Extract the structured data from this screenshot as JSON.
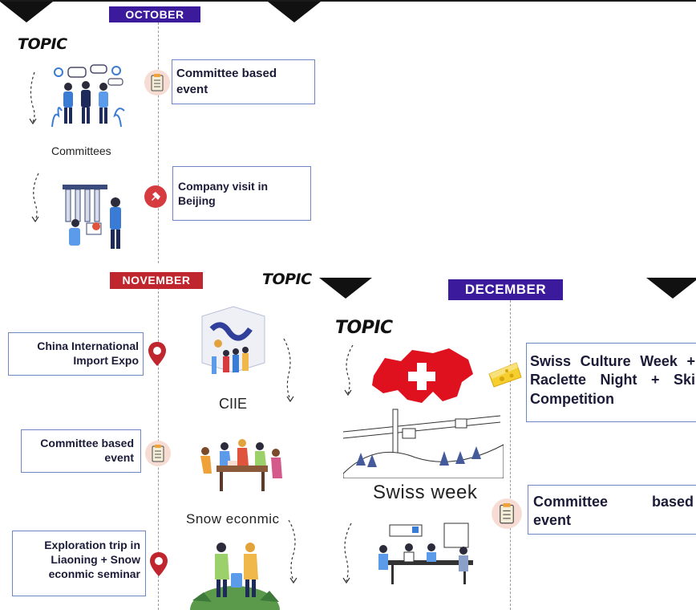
{
  "october": {
    "label": "OCTOBER",
    "topic": "TOPIC",
    "events": [
      "Committee based event",
      "Company visit in Beijing"
    ],
    "caption": "Committees",
    "color": "#3b1a9c"
  },
  "november": {
    "label": "NOVEMBER",
    "topic": "TOPIC",
    "events": [
      "China International Import Expo",
      "Committee based event",
      "Exploration trip in Liaoning + Snow econmic seminar"
    ],
    "captions": [
      "CIIE",
      "Snow econmic"
    ],
    "color": "#c0262d"
  },
  "december": {
    "label": "DECEMBER",
    "topic": "TOPIC",
    "events": [
      "Swiss Culture Week + Raclette Night + Ski Competition",
      "Committee based event"
    ],
    "caption": "Swiss week",
    "color": "#3b1a9c"
  },
  "icons": [
    "clipboard-icon",
    "pushpin-icon",
    "location-pin-icon",
    "cheese-icon",
    "swiss-flag-map-icon",
    "cable-car-icon"
  ]
}
